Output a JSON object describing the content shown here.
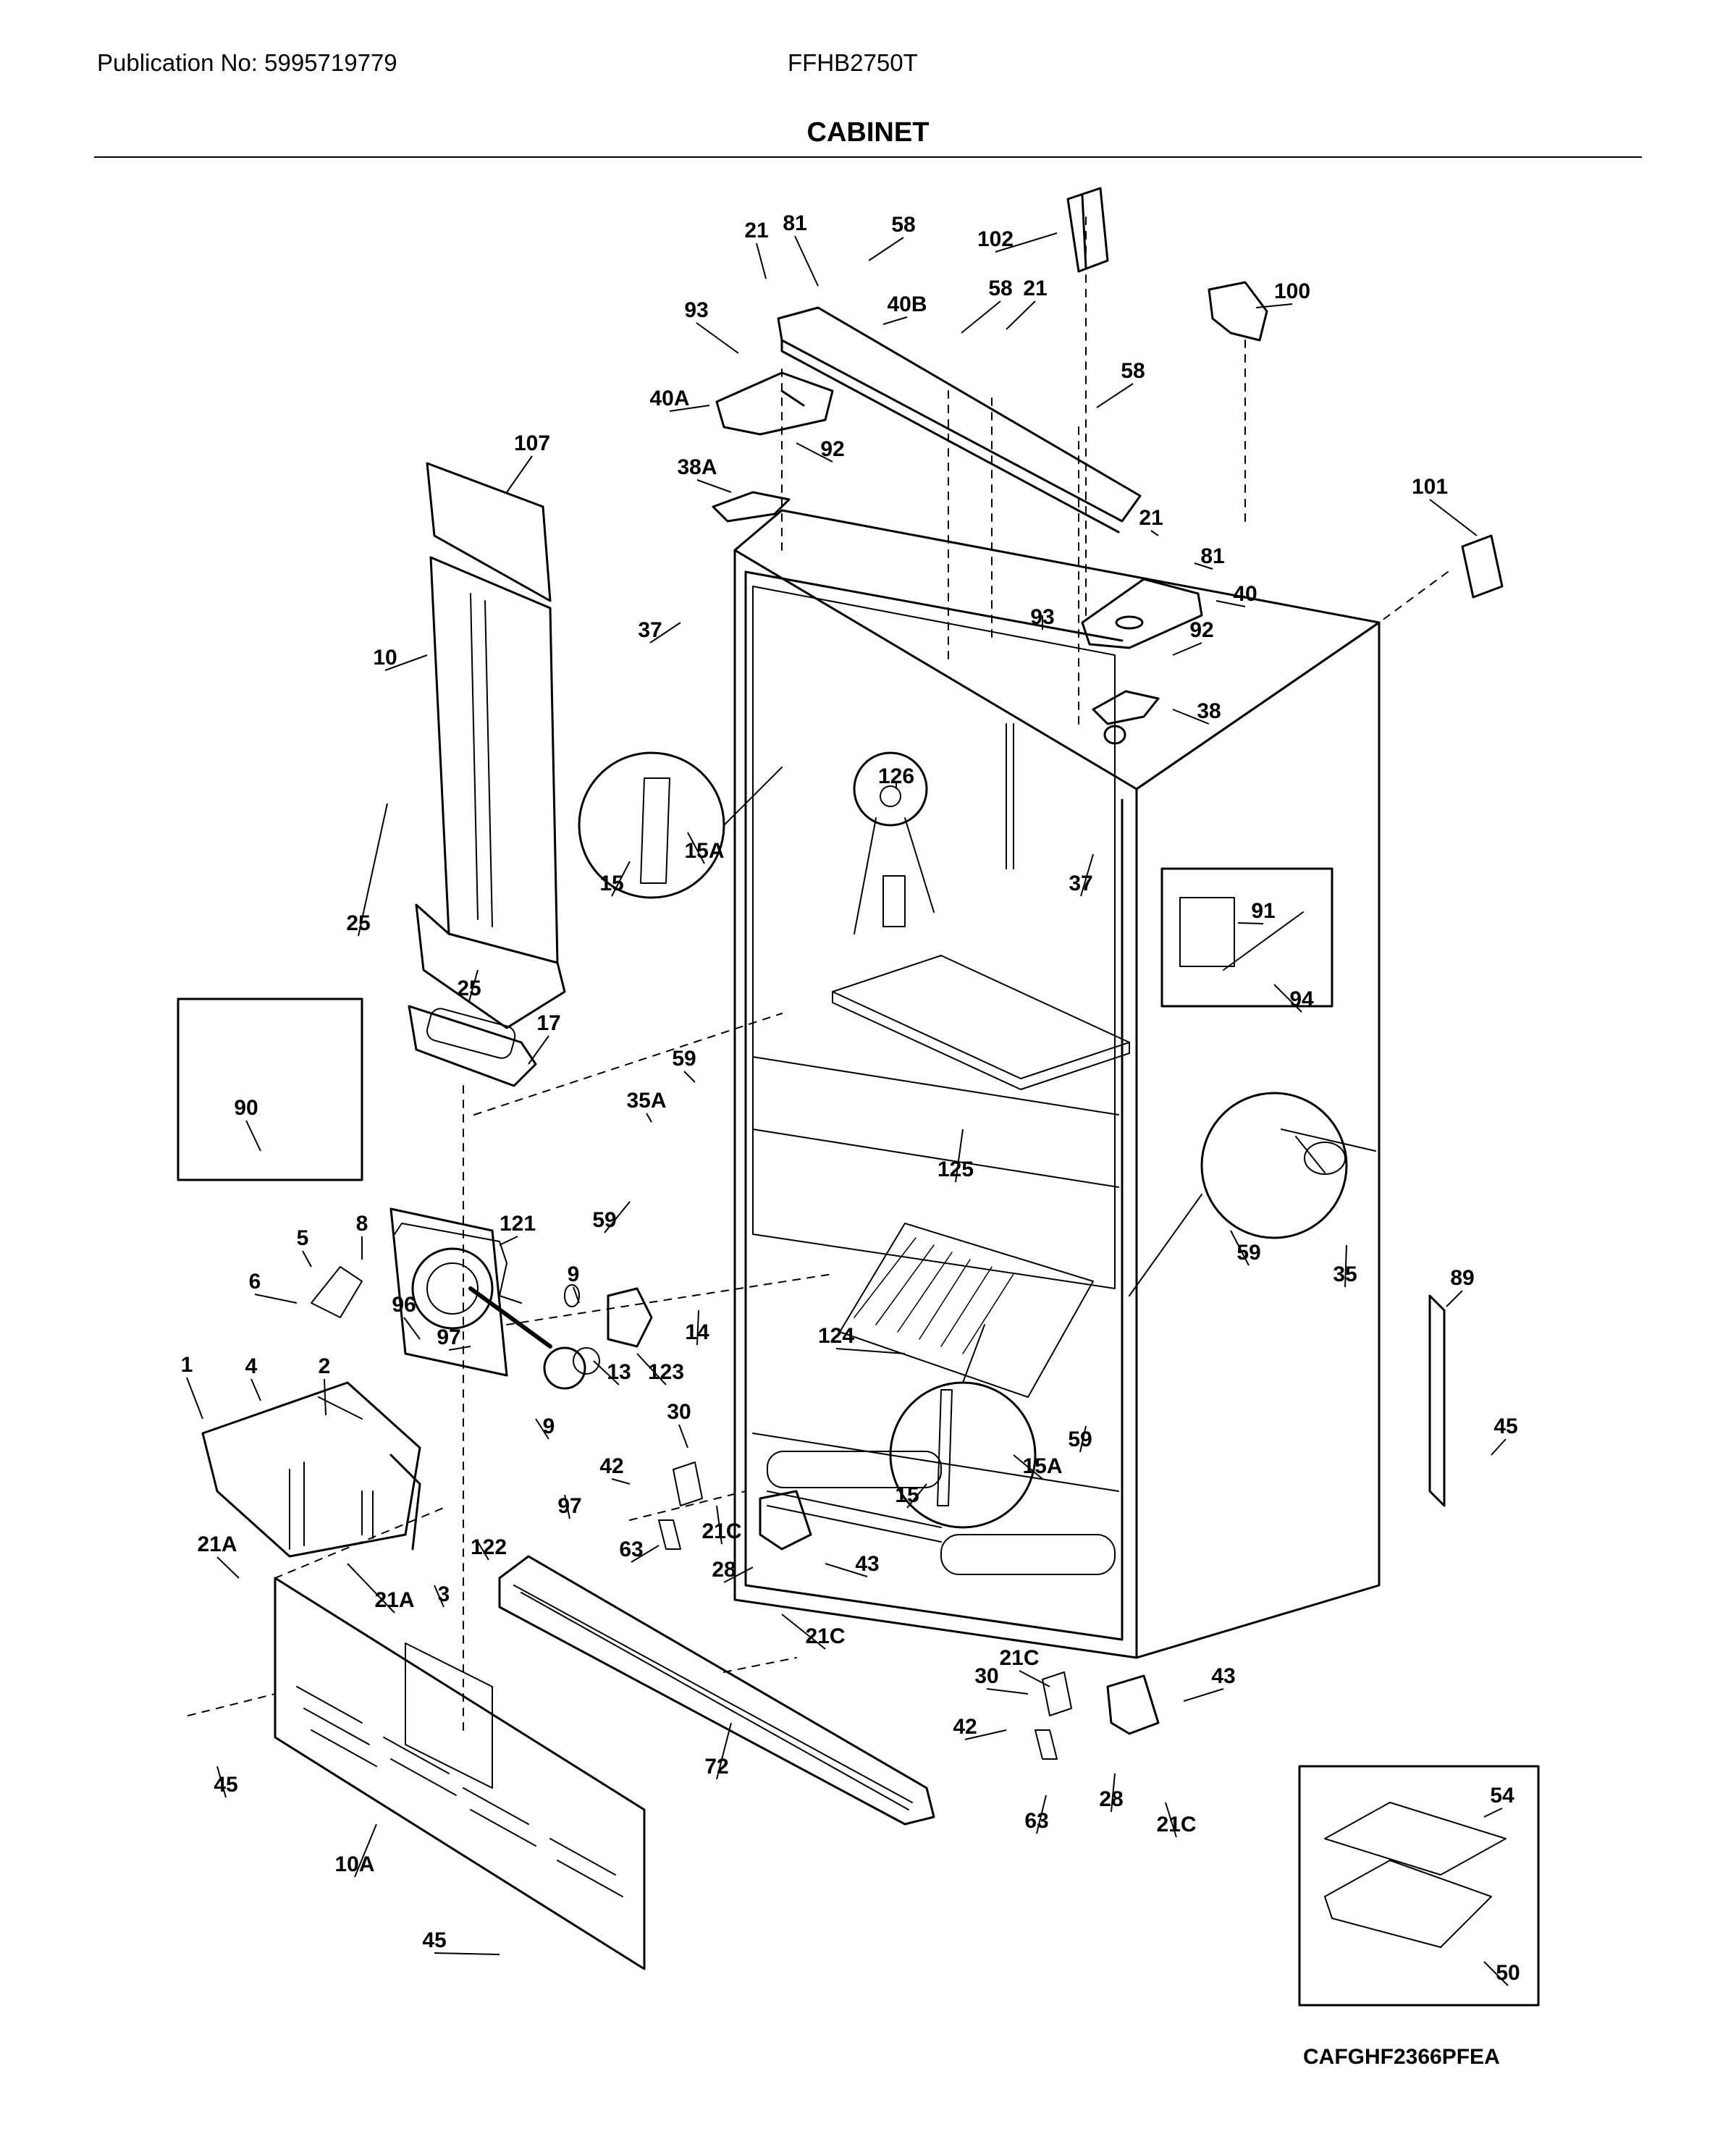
{
  "header": {
    "publication": "Publication No: 5995719779",
    "model": "FFHB2750T",
    "title": "CABINET"
  },
  "footer": {
    "diagram_code": "CAFGHF2366PFEA"
  },
  "part_labels": [
    "21",
    "81",
    "58",
    "102",
    "93",
    "40B",
    "58",
    "21",
    "100",
    "40A",
    "92",
    "58",
    "38A",
    "107",
    "21",
    "81",
    "101",
    "40",
    "93",
    "37",
    "92",
    "10",
    "38",
    "126",
    "15",
    "15A",
    "37",
    "25",
    "91",
    "94",
    "25",
    "17",
    "90",
    "59",
    "35A",
    "125",
    "59",
    "5",
    "8",
    "121",
    "6",
    "96",
    "9",
    "59",
    "35",
    "89",
    "97",
    "14",
    "124",
    "1",
    "4",
    "2",
    "13",
    "123",
    "9",
    "30",
    "45",
    "42",
    "97",
    "59",
    "15",
    "15A",
    "21C",
    "63",
    "43",
    "28",
    "21A",
    "3",
    "122",
    "21C",
    "21A",
    "21C",
    "30",
    "43",
    "42",
    "45",
    "72",
    "63",
    "28",
    "21C",
    "54",
    "10A",
    "50",
    "45"
  ]
}
